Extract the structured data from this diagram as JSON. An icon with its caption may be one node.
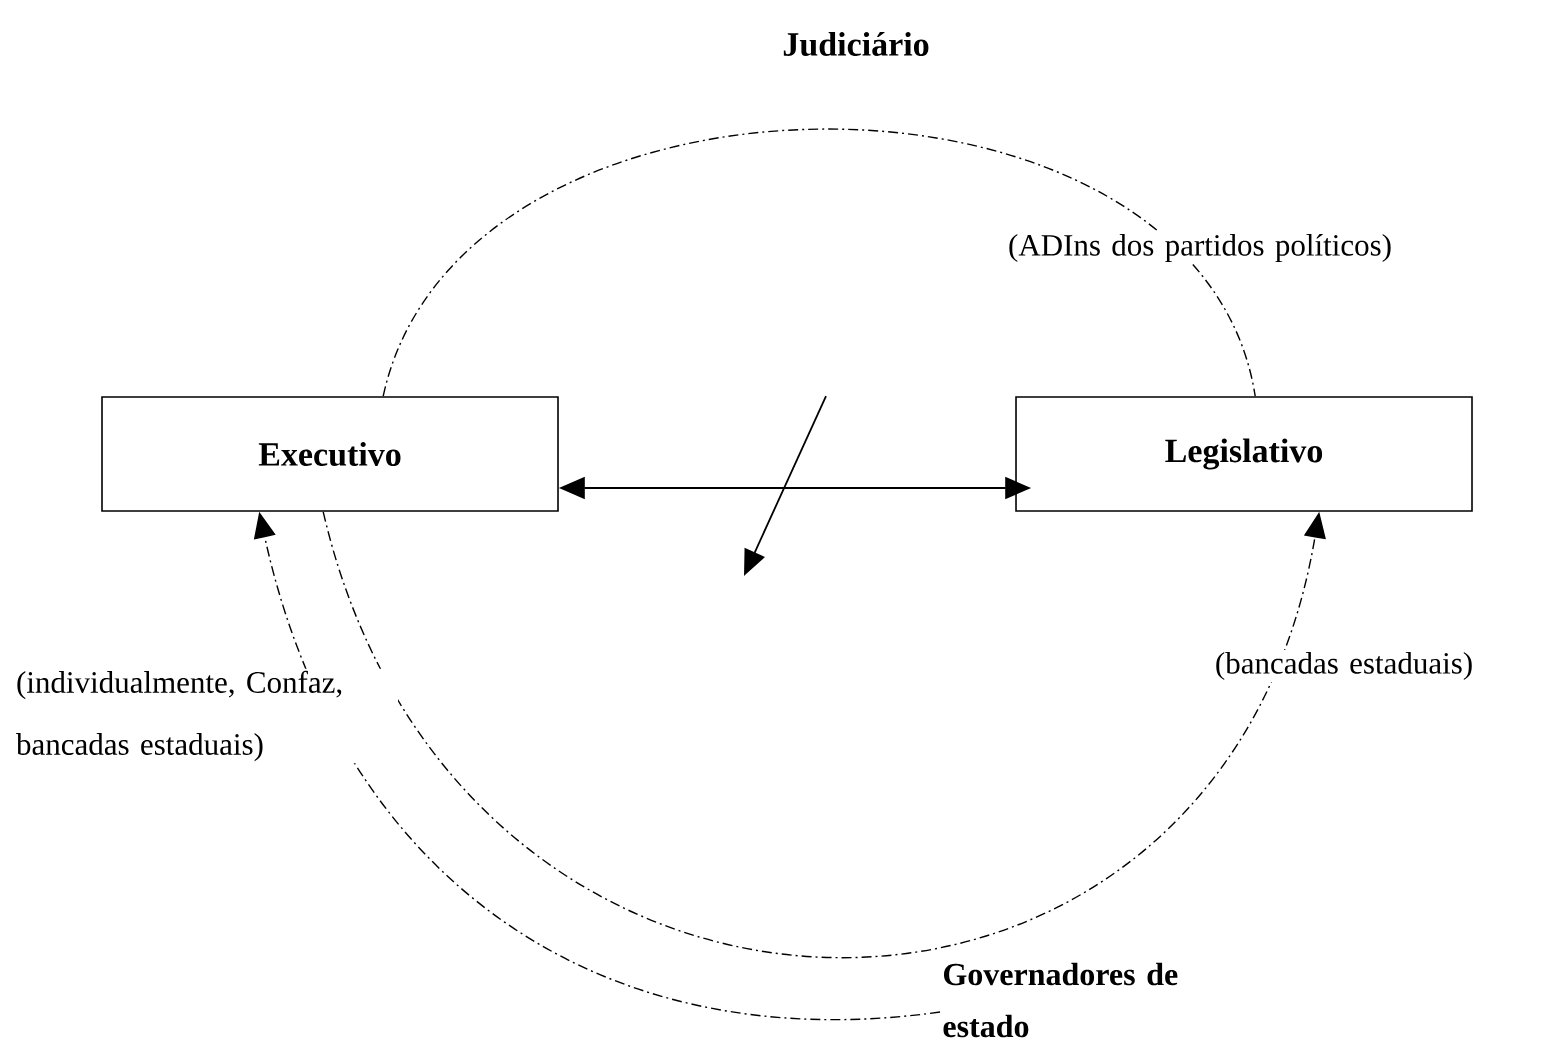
{
  "diagram": {
    "nodes": [
      {
        "text": [
          "Executivo"
        ]
      },
      {
        "text": [
          "Legislativo"
        ]
      },
      {
        "text": [
          "Governadores de estado"
        ]
      }
    ],
    "edges": [
      {
        "from": 0,
        "to": 1,
        "arrow": "both"
      },
      {
        "from": 0,
        "to": 1,
        "arrow": "none",
        "style": "dashed",
        "label": "(ADIns dos partidos políticos)"
      },
      {
        "from": 0,
        "to": 1,
        "arrow": "to",
        "style": "dashed",
        "label": "(bancadas estaduais)"
      },
      {
        "from": 2,
        "to": 0,
        "arrow": "to",
        "style": "dashed",
        "label": "(individualmente, Confaz, bancadas estaduais)"
      }
    ],
    "labels": [
      "Judiciário"
    ]
  }
}
